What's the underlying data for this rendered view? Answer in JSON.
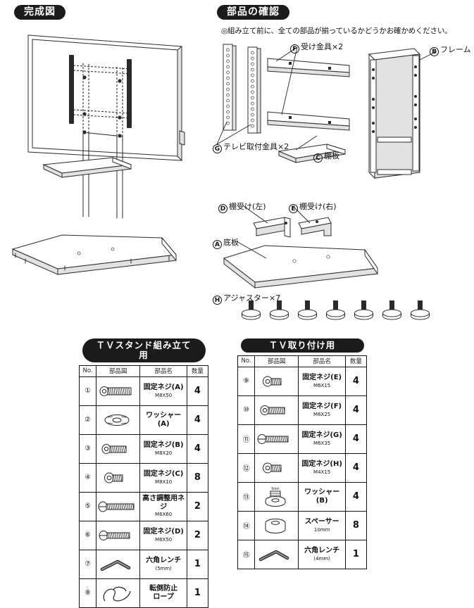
{
  "finished": {
    "title": "完成図"
  },
  "parts": {
    "title": "部品の確認",
    "note": "◎組み立て前に、全ての部品が揃っているかどうかお確かめください。",
    "labels": [
      {
        "key": "F",
        "text": "受け金具×2"
      },
      {
        "key": "B",
        "text": "フレーム"
      },
      {
        "key": "G",
        "text": "テレビ取付金具×2"
      },
      {
        "key": "C",
        "text": "棚板"
      },
      {
        "key": "D",
        "text": "棚受け(左)"
      },
      {
        "key": "E",
        "text": "棚受け(右)"
      },
      {
        "key": "A",
        "text": "底板"
      },
      {
        "key": "H",
        "text": "アジャスター×7"
      }
    ],
    "adjuster_count": 7
  },
  "tables": {
    "columns": [
      "No.",
      "部品図",
      "部品名",
      "数量"
    ],
    "left": {
      "title": "ＴＶスタンド組み立て用",
      "rows": [
        {
          "no": "①",
          "name": "固定ネジ(A)",
          "spec": "M8X50",
          "qty": "4",
          "icon": "screw-long-flat"
        },
        {
          "no": "②",
          "name": "ワッシャー(A)",
          "spec": "",
          "qty": "4",
          "icon": "washer"
        },
        {
          "no": "③",
          "name": "固定ネジ(B)",
          "spec": "M8X20",
          "qty": "4",
          "icon": "screw-med"
        },
        {
          "no": "④",
          "name": "固定ネジ(C)",
          "spec": "M8X10",
          "qty": "8",
          "icon": "screw-short"
        },
        {
          "no": "⑤",
          "name": "高さ調整用ネジ",
          "spec": "M6X60",
          "qty": "2",
          "icon": "screw-xlong"
        },
        {
          "no": "⑥",
          "name": "固定ネジ(D)",
          "spec": "M6X50",
          "qty": "2",
          "icon": "screw-long"
        },
        {
          "no": "⑦",
          "name": "六角レンチ",
          "spec": "(5mm)",
          "qty": "1",
          "icon": "hex-wrench"
        },
        {
          "no": "⑧",
          "name": "転倒防止\nロープ",
          "spec": "",
          "qty": "1",
          "icon": "rope"
        }
      ]
    },
    "right": {
      "title": "ＴＶ取り付け用",
      "rows": [
        {
          "no": "⑨",
          "name": "固定ネジ(E)",
          "spec": "M6X15",
          "qty": "4",
          "icon": "screw-short"
        },
        {
          "no": "⑩",
          "name": "固定ネジ(F)",
          "spec": "M6X25",
          "qty": "4",
          "icon": "screw-med"
        },
        {
          "no": "⑪",
          "name": "固定ネジ(G)",
          "spec": "M6X35",
          "qty": "4",
          "icon": "screw-long"
        },
        {
          "no": "⑫",
          "name": "固定ネジ(H)",
          "spec": "M4X15",
          "qty": "4",
          "icon": "screw-short"
        },
        {
          "no": "⑬",
          "name": "ワッシャー(B)",
          "spec": "",
          "qty": "4",
          "icon": "washer-stack",
          "fig_note": "6mm"
        },
        {
          "no": "⑭",
          "name": "スペーサー",
          "spec": "10mm",
          "qty": "8",
          "icon": "spacer"
        },
        {
          "no": "⑮",
          "name": "六角レンチ",
          "spec": "(4mm)",
          "qty": "1",
          "icon": "hex-wrench"
        }
      ]
    }
  },
  "colors": {
    "ink": "#1b1b1b",
    "line": "#2b2b2b",
    "paper": "#ffffff"
  }
}
